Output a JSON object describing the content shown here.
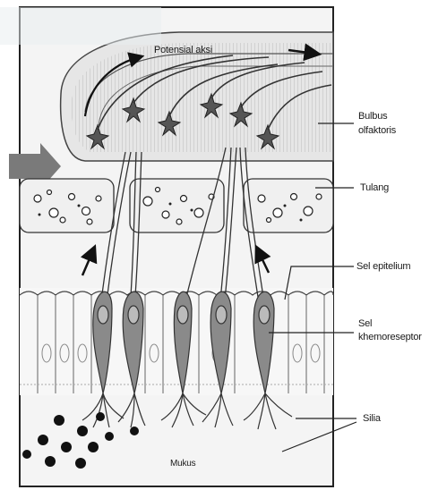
{
  "diagram": {
    "labels": {
      "action_potential": "Potensial aksi",
      "olfactory_bulb_line1": "Bulbus",
      "olfactory_bulb_line2": "olfaktoris",
      "bone": "Tulang",
      "epithelial_cell": "Sel epitelium",
      "chemoreceptor_line1": "Sel",
      "chemoreceptor_line2": "khemoreseptor",
      "cilia": "Silia",
      "mucus": "Mukus"
    }
  }
}
